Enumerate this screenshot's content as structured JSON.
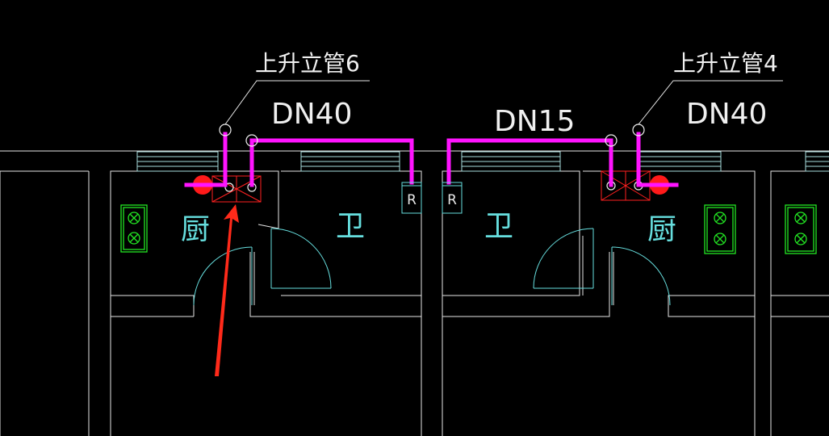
{
  "labels": {
    "riser_left": "上升立管6",
    "riser_right": "上升立管4",
    "pipe_left": "DN40",
    "pipe_mid": "DN15",
    "pipe_right": "DN40"
  },
  "rooms": {
    "kitchen_left": "厨",
    "bath_left": "卫",
    "bath_right": "卫",
    "kitchen_right": "厨"
  },
  "heater_mark": "R",
  "colors": {
    "background": "#000000",
    "wall": "#e6e6e6",
    "gas_pipe": "#ff14ff",
    "door": "#66dede",
    "stove": "#23e623",
    "meter": "#ff2020",
    "arrow": "#ff2a1a"
  }
}
